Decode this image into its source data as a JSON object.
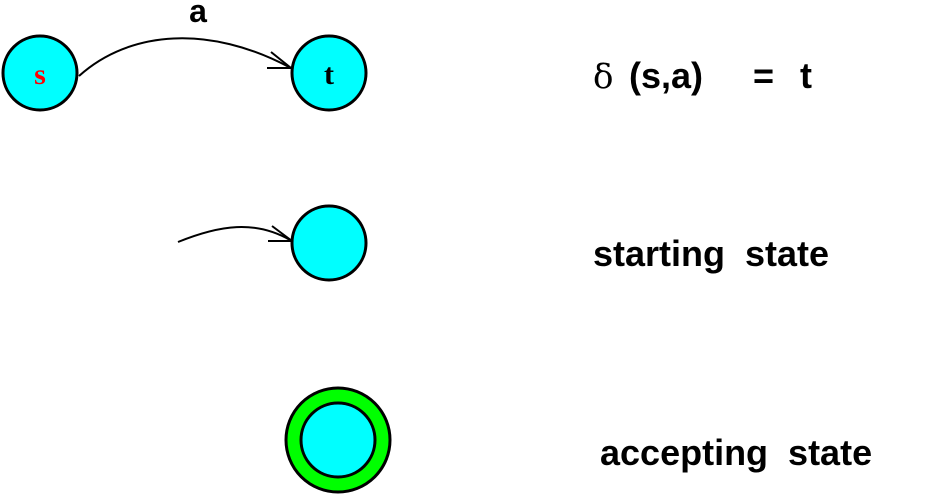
{
  "colors": {
    "state_fill": "#00ffff",
    "accept_ring": "#00ff00",
    "source_label": "#ff0000",
    "stroke": "#000000"
  },
  "transition": {
    "from_label": "s",
    "to_label": "t",
    "symbol": "a"
  },
  "legend": {
    "delta_symbol": "δ",
    "delta_args": "(s,a)",
    "equals": "=",
    "result": "t",
    "starting_state": "starting  state",
    "accepting_state": "accepting  state"
  }
}
